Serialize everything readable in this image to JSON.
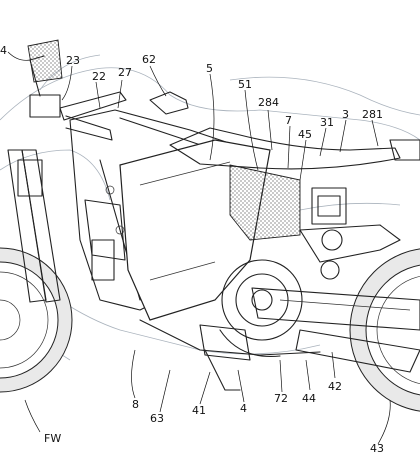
{
  "figure": {
    "labels": [
      {
        "key": "p4a",
        "text": "4"
      },
      {
        "key": "p23",
        "text": "23"
      },
      {
        "key": "p22",
        "text": "22"
      },
      {
        "key": "p27",
        "text": "27"
      },
      {
        "key": "p62",
        "text": "62"
      },
      {
        "key": "p5",
        "text": "5"
      },
      {
        "key": "p51",
        "text": "51"
      },
      {
        "key": "p284",
        "text": "284"
      },
      {
        "key": "p7",
        "text": "7"
      },
      {
        "key": "p45",
        "text": "45"
      },
      {
        "key": "p31",
        "text": "31"
      },
      {
        "key": "p3",
        "text": "3"
      },
      {
        "key": "p281",
        "text": "281"
      },
      {
        "key": "p8",
        "text": "8"
      },
      {
        "key": "p63",
        "text": "63"
      },
      {
        "key": "p41",
        "text": "41"
      },
      {
        "key": "p4b",
        "text": "4"
      },
      {
        "key": "p72",
        "text": "72"
      },
      {
        "key": "p44",
        "text": "44"
      },
      {
        "key": "p42",
        "text": "42"
      },
      {
        "key": "p43",
        "text": "43"
      },
      {
        "key": "pFW",
        "text": "FW"
      }
    ]
  }
}
